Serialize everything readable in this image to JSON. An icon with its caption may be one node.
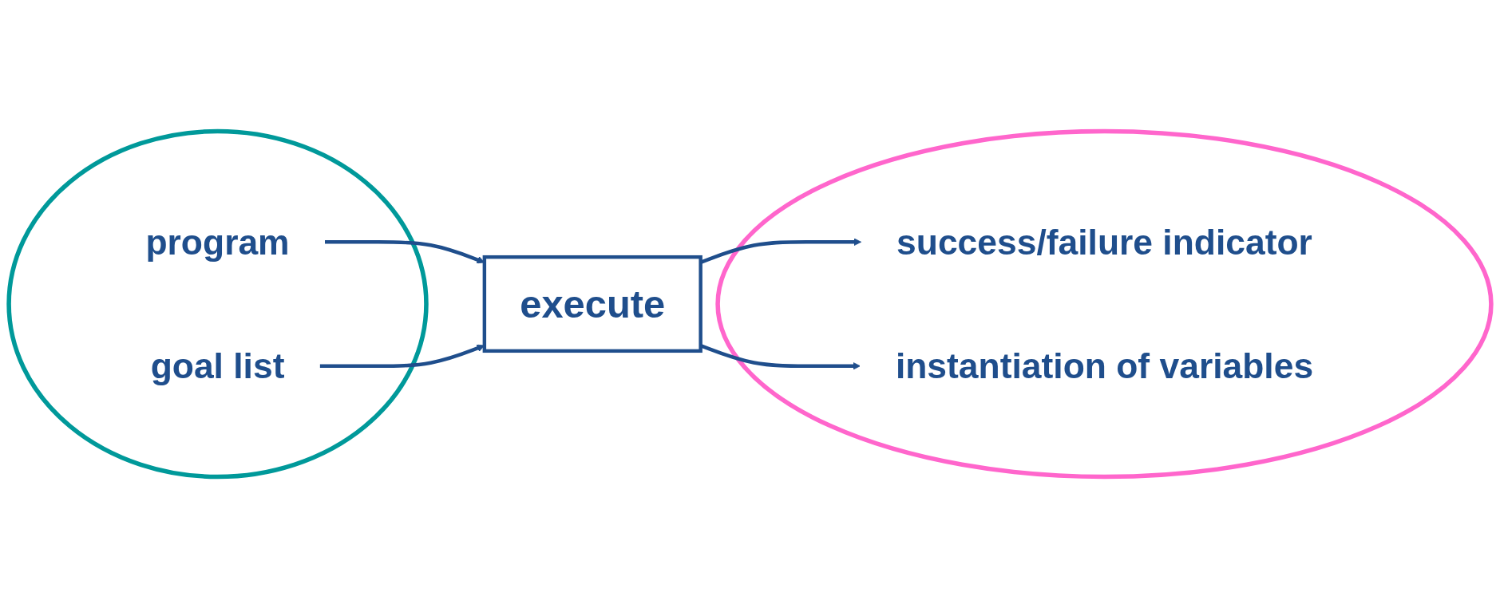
{
  "diagram": {
    "nodes": [
      {
        "text": [],
        "shape": "circle"
      },
      {
        "text": [
          "program"
        ],
        "in": 0
      },
      {
        "text": [
          "goal list"
        ],
        "in": 0
      },
      {
        "text": [
          "execute"
        ]
      },
      {
        "text": [],
        "shape": "circle"
      },
      {
        "text": [
          "success/failure indicator"
        ],
        "in": 4
      },
      {
        "text": [
          "instantiation of variables"
        ],
        "in": 4
      }
    ],
    "edges": [
      {
        "from": 1,
        "to": 3,
        "arrow": "to"
      },
      {
        "from": 2,
        "to": 3,
        "arrow": "to"
      },
      {
        "from": 3,
        "to": 5,
        "arrow": "to"
      },
      {
        "from": 3,
        "to": 6,
        "arrow": "to"
      }
    ]
  }
}
